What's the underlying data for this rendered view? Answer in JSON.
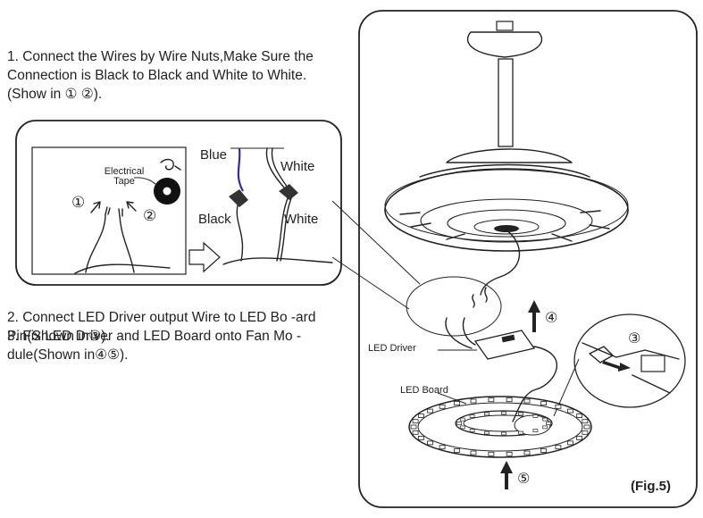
{
  "instructions": {
    "step1": "1. Connect the Wires by Wire Nuts,Make Sure the Connection is Black to Black and White to White.(Show in ① ②).",
    "step2": "2. Connect LED Driver output Wire to LED Bo -ard Pin(Shown in③).",
    "step3": "3. Fix LED Driver and LED Board onto Fan Mo -dule(Shown in④⑤)."
  },
  "inset": {
    "tape_label": "Electrical Tape",
    "marker_1": "①",
    "marker_2": "②",
    "wire_blue": "Blue",
    "wire_white_top": "White",
    "wire_black": "Black",
    "wire_white_bottom": "White"
  },
  "figure": {
    "led_driver_label": "LED Driver",
    "led_board_label": "LED Board",
    "marker_3": "③",
    "marker_4": "④",
    "marker_5": "⑤",
    "caption": "(Fig.5)"
  },
  "colors": {
    "blue_wire": "#3b2a9a",
    "line": "#222222"
  }
}
